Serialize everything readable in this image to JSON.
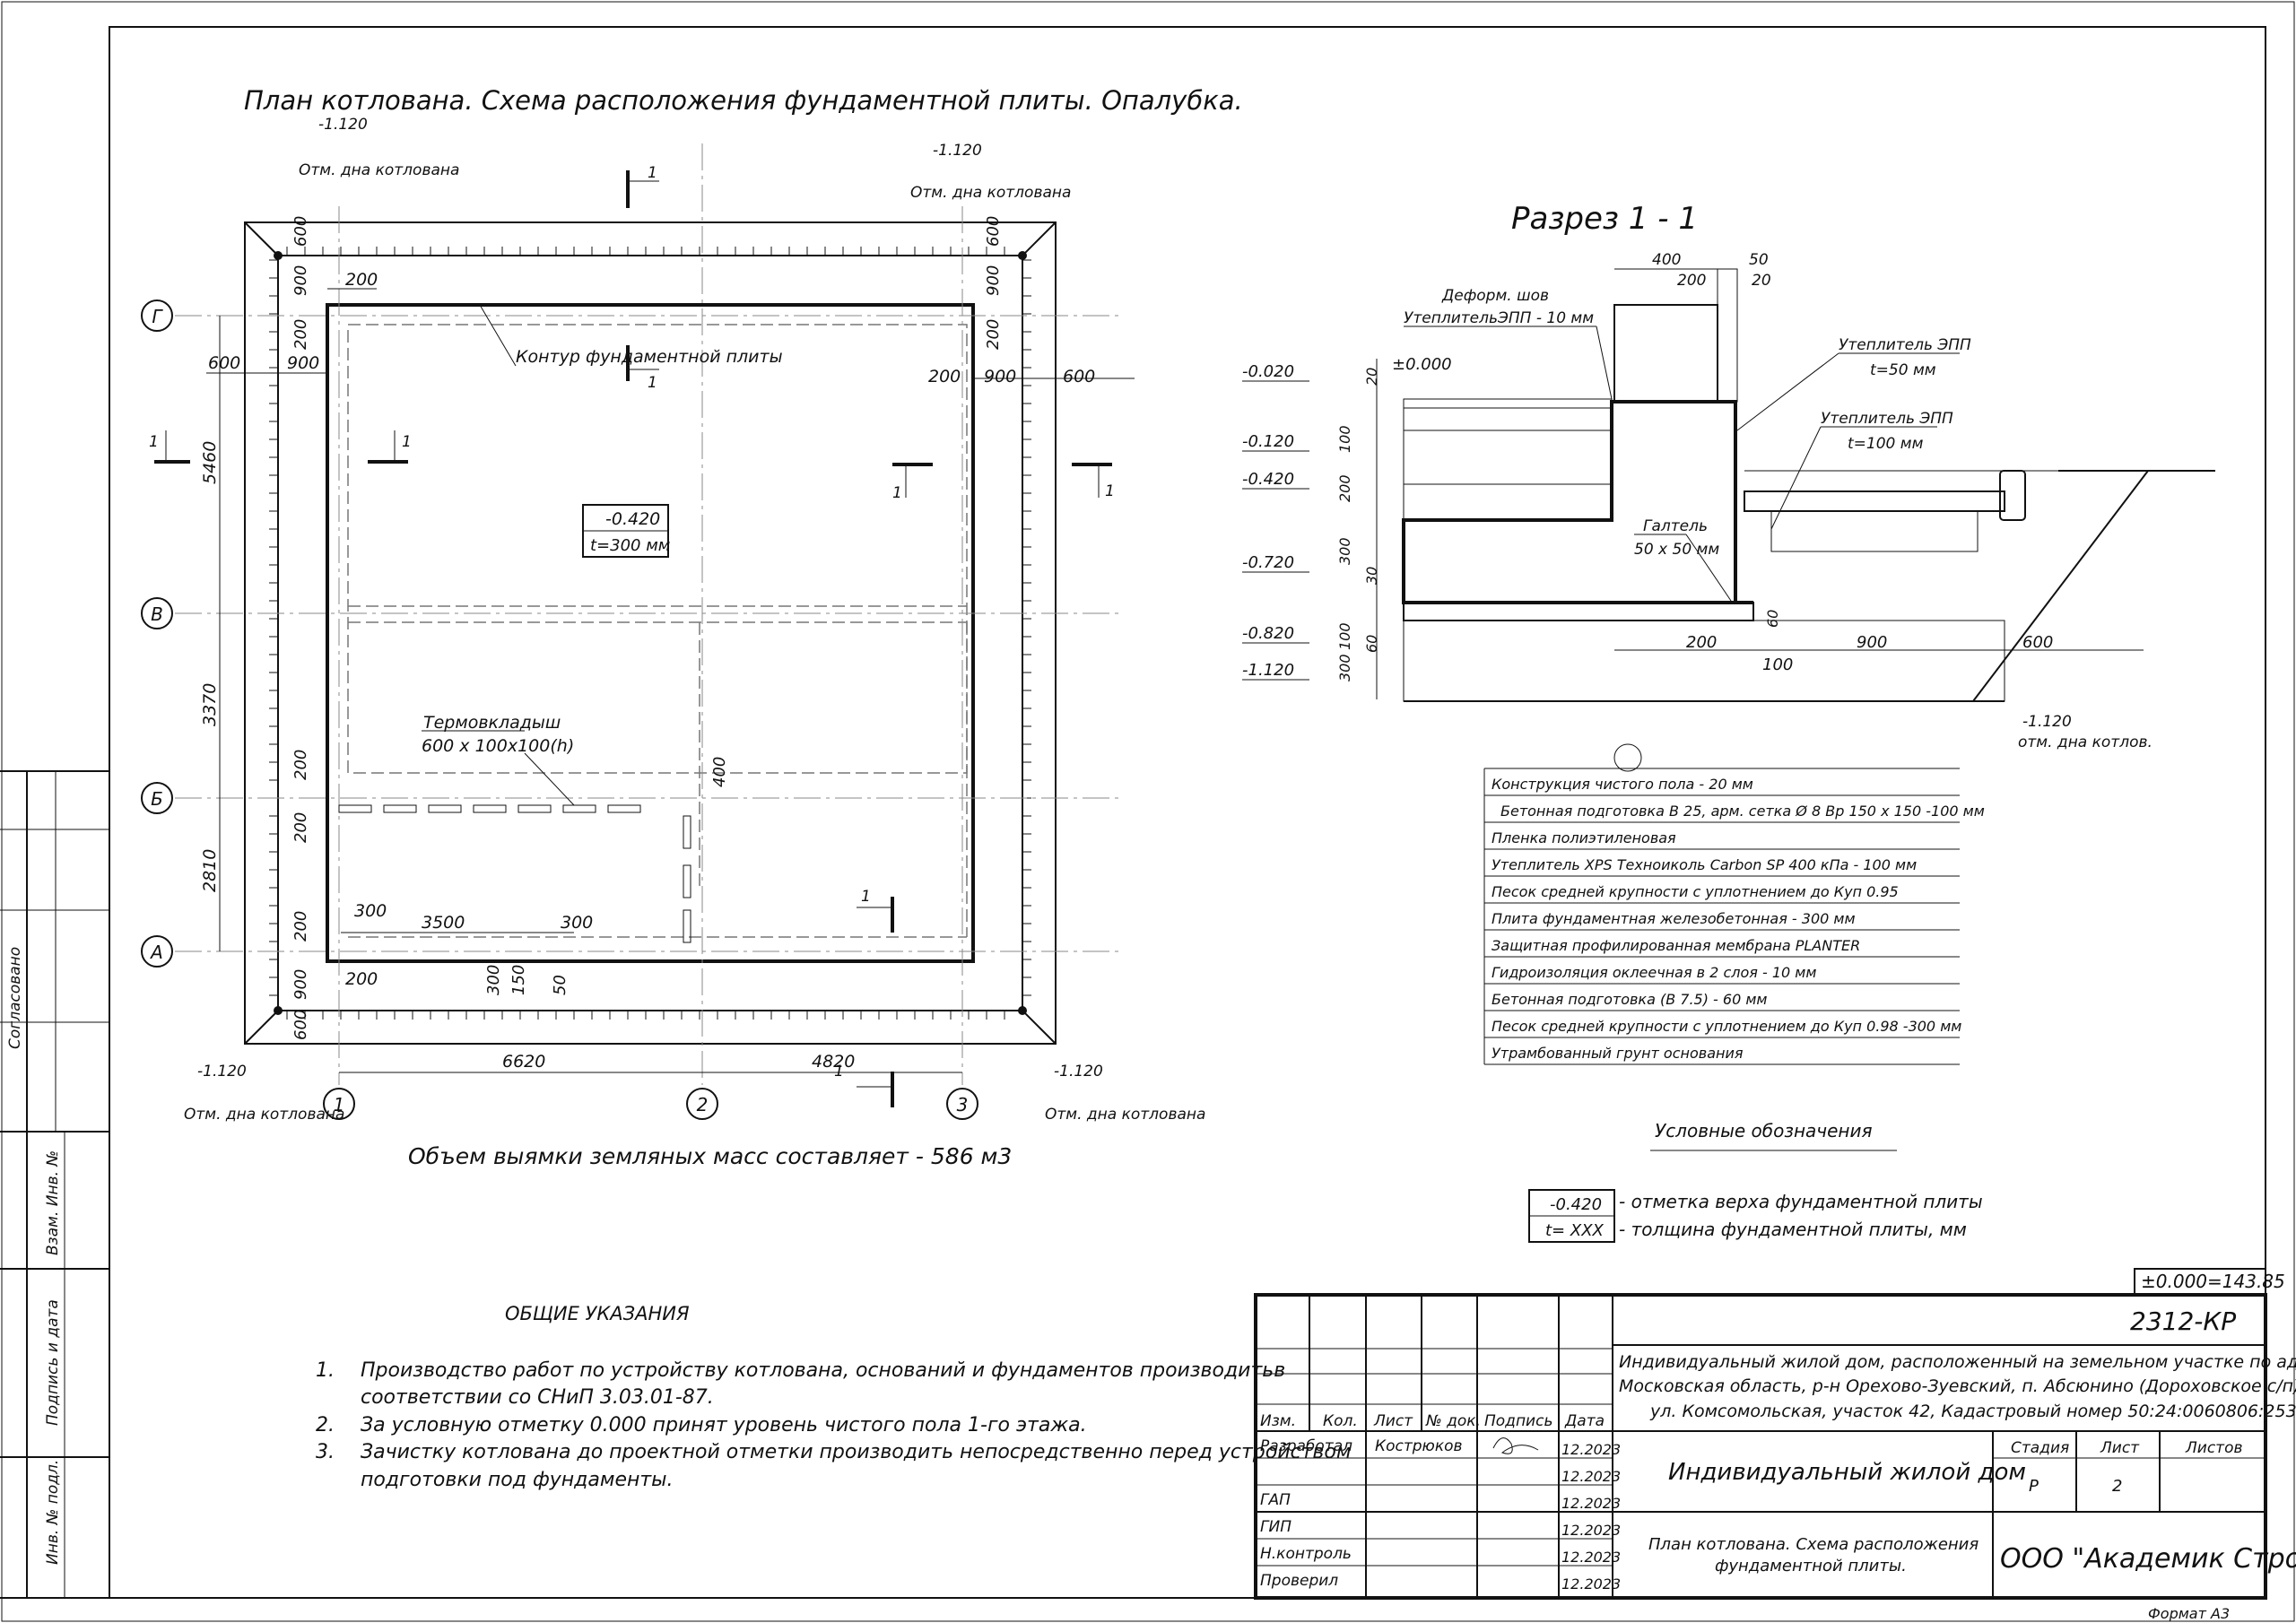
{
  "plan": {
    "title": "План котлована. Схема расположения фундаментной плиты. Опалубка.",
    "elev_tl": "-1.120",
    "elev_tr": "-1.120",
    "elev_bl": "-1.120",
    "elev_br": "-1.120",
    "elev_label": "Отм. дна котлована",
    "contour_label": "Контур фундаментной плиты",
    "slab_elev": "-0.420",
    "slab_thk": "t=300 мм",
    "thermo_label": "Термовкладыш",
    "thermo_size": "600 х 100х100(h)",
    "volume_note": "Объем выямки земляных масс составляет - 586 м3",
    "axes_rows": [
      "Г",
      "В",
      "Б",
      "А"
    ],
    "axes_cols": [
      "1",
      "2",
      "3"
    ],
    "dims": {
      "d600": "600",
      "d900": "900",
      "d200": "200",
      "d5460": "5460",
      "d3370": "3370",
      "d2810": "2810",
      "d6620": "6620",
      "d4820": "4820",
      "d3500": "3500",
      "d300": "300",
      "d150": "150",
      "d50": "50",
      "d400": "400"
    },
    "section_mark": "1"
  },
  "section": {
    "title": "Разрез 1 - 1",
    "joint_label": "Деформ. шов",
    "joint_ins": "УтеплительЭПП - 10 мм",
    "ins1": "Утеплитель ЭПП",
    "ins1_t": "t=50 мм",
    "ins2": "Утеплитель ЭПП",
    "ins2_t": "t=100 мм",
    "fillet": "Галтель",
    "fillet_size": "50 х 50 мм",
    "levels": [
      "-0.020",
      "±0.000",
      "-0.120",
      "-0.420",
      "-0.720",
      "-0.820",
      "-1.120"
    ],
    "pit_elev": "-1.120",
    "pit_label": "отм. дна котлов.",
    "dims_top": [
      "400",
      "200",
      "50",
      "20"
    ],
    "dims_left": [
      "20",
      "100",
      "200",
      "300",
      "30",
      "100",
      "300",
      "60"
    ],
    "dims_bottom": [
      "200",
      "100",
      "900",
      "600",
      "60"
    ]
  },
  "layers": [
    "Конструкция чистого пола          - 20 мм",
    "Бетонная подготовка В 25, арм. сетка Ø 8 Вр 150 х 150 -100 мм",
    "Пленка полиэтиленовая",
    "Утеплитель XPS Техноиколь Carbon SP 400 кПа - 100 мм",
    "Песок средней крупности с уплотнением до Куп 0.95",
    "Плита фундаментная железобетонная               - 300 мм",
    "Защитная профилированная мембрана PLANTER",
    "Гидроизоляция оклеечная в 2 слоя - 10 мм",
    "Бетонная подготовка (В 7.5) - 60 мм",
    "Песок средней крупности с уплотнением до Куп 0.98 -300 мм",
    "Утрамбованный грунт основания"
  ],
  "legend": {
    "title": "Условные обозначения",
    "elev": "-0.420",
    "elev_desc": "- отметка верха фундаментной плиты",
    "thk": "t= XXX",
    "thk_desc": "- толщина фундаментной плиты, мм"
  },
  "notes": {
    "title": "ОБЩИЕ УКАЗАНИЯ",
    "items": [
      {
        "num": "1.",
        "l1": "Производство работ по устройству котлована, оснований и фундаментов производитьв",
        "l2": "соответствии со СНиП 3.03.01-87."
      },
      {
        "num": "2.",
        "l1": "За условную отметку 0.000 принят уровень чистого пола 1-го этажа.",
        "l2": ""
      },
      {
        "num": "3.",
        "l1": "Зачистку котлована до проектной отметки производить непосредственно перед устройством",
        "l2": "подготовки под фундаменты."
      }
    ]
  },
  "stamp": {
    "datum": "±0.000=143.85",
    "code": "2312-КР",
    "address1": "Индивидуальный жилой дом, расположенный на земельном участке по адресу:",
    "address2": "Московская область, р-н Орехово-Зуевский, п. Абсюнино (Дороховское с/п),",
    "address3": "ул. Комсомольская, участок 42, Кадастровый номер 50:24:0060806:253",
    "col_headers": [
      "Изм.",
      "Кол.",
      "Лист",
      "№ док.",
      "Подпись",
      "Дата"
    ],
    "roles": [
      "Разработал",
      "",
      "ГАП",
      "ГИП",
      "Н.контроль",
      "Проверил"
    ],
    "developer": "Кострюков",
    "dates": [
      "12.2023",
      "12.2023",
      "12.2023",
      "12.2023",
      "12.2023",
      "12.2023"
    ],
    "object": "Индивидуальный жилой дом",
    "stage_h": "Стадия",
    "sheet_h": "Лист",
    "sheets_h": "Листов",
    "stage": "Р",
    "sheet": "2",
    "sheets": "",
    "sheet_title1": "План котлована. Схема расположения",
    "sheet_title2": "фундаментной плиты.",
    "company": "ООО \"Академик Строй\"",
    "format": "Формат А3"
  },
  "side": {
    "agreed": "Согласовано",
    "inv_replace": "Взам. Инв. №",
    "sign_date": "Подпись и дата",
    "inv_orig": "Инв. № подл."
  }
}
